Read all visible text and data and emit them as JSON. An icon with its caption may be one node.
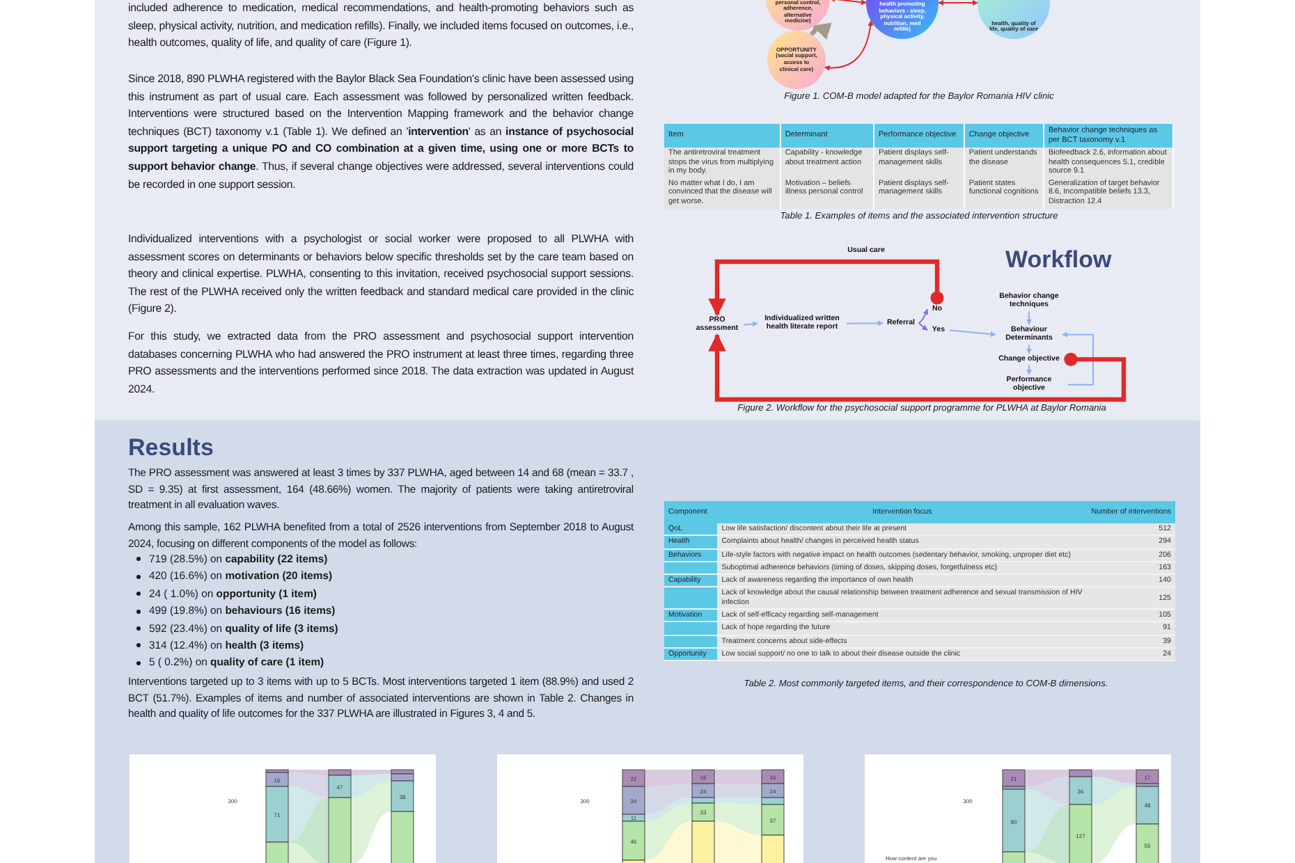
{
  "diagram": {
    "nodes": [
      {
        "text": [
          "personal control, adherence, alternative medicine)"
        ]
      },
      {
        "text": [
          "health promoting behaviors - sleep, physical activity, nutrition, med refills)"
        ]
      },
      {
        "text": [
          "health, quality of life, quality of care"
        ]
      },
      {
        "text": [
          "OPPORTUNITY",
          "(social support, access to clinical care)"
        ]
      },
      {
        "text": [
          "PRO assessment"
        ]
      },
      {
        "text": [
          "Individualized written health literate report"
        ]
      },
      {
        "text": [
          "Referral"
        ]
      },
      {
        "text": [
          "No"
        ]
      },
      {
        "text": [
          "Yes"
        ]
      },
      {
        "text": [
          "Behavior change techniques"
        ]
      },
      {
        "text": [
          "Behaviour Determinants"
        ]
      },
      {
        "text": [
          "Change objective"
        ]
      },
      {
        "text": [
          "Performance objective"
        ]
      }
    ],
    "edges": [
      {
        "from": 0,
        "to": 1,
        "arrow": "both",
        "color": "#e02a2a"
      },
      {
        "from": 1,
        "to": 2,
        "arrow": "both",
        "color": "#e02a2a"
      },
      {
        "from": 3,
        "to": 1,
        "arrow": "both",
        "color": "#e02a2a"
      },
      {
        "from": 3,
        "to": 0,
        "arrow": "to",
        "style": "thick",
        "color": "#a39a88"
      },
      {
        "from": 4,
        "to": 5,
        "arrow": "to"
      },
      {
        "from": 5,
        "to": 6,
        "arrow": "to"
      },
      {
        "from": 6,
        "to": 7,
        "arrow": "to",
        "color": "#8b6fe0"
      },
      {
        "from": 6,
        "to": 8,
        "arrow": "to",
        "color": "#8b6fe0"
      },
      {
        "from": 8,
        "to": 10,
        "arrow": "to"
      },
      {
        "from": 9,
        "to": 10,
        "arrow": "to"
      },
      {
        "from": 10,
        "to": 11,
        "arrow": "to"
      },
      {
        "from": 11,
        "to": 12,
        "arrow": "to"
      },
      {
        "from": 12,
        "to": 10,
        "arrow": "to"
      },
      {
        "from": 7,
        "to": 4,
        "arrow": "to",
        "label": "Usual care",
        "style": "thick",
        "color": "#e02a2a"
      },
      {
        "from": 11,
        "to": 4,
        "arrow": "to",
        "style": "thick",
        "color": "#e02a2a"
      }
    ],
    "labels": [
      "included adherence to medication, medical recommendations, and health-promoting behaviors such as sleep, physical activity, nutrition, and medication refills). Finally, we included items focused on outcomes, i.e., health outcomes, quality of life, and quality of care (Figure 1).",
      "Since 2018, 890 PLWHA registered with the Baylor Black Sea Foundation's clinic have been assessed using this instrument as part of usual care. Each assessment was followed by personalized written feedback. Interventions were structured based on the Intervention Mapping framework and the behavior change techniques (BCT) taxonomy v.1 (Table 1). We defined an '**intervention**' as an **instance of psychosocial support targeting a unique PO and CO combination at a given time, using one or more BCTs to support behavior change**. Thus, if several change objectives were addressed, several interventions could be recorded in one support session.",
      "Individualized interventions with a psychologist or social worker were proposed to all PLWHA with assessment scores on determinants or behaviors below specific thresholds set by the care team based on theory and clinical expertise. PLWHA, consenting to this invitation, received psychosocial support sessions. The rest of the PLWHA received only the written feedback and standard medical care provided in the clinic (Figure 2).",
      "For this study, we extracted data from the PRO assessment and psychosocial support intervention databases concerning PLWHA who had answered the PRO instrument at least three times, regarding three PRO assessments and the interventions performed since 2018. The data extraction was updated in August 2024.",
      "Figure 1. COM-B model adapted for the Baylor Romania HIV clinic",
      "Item",
      "Determinant",
      "Performance objective",
      "Change objective",
      "Behavior change techniques as per BCT taxonomy v.1",
      "The antiretroviral treatment stops the virus from multiplying in my body.",
      "Capability - knowledge about treatment action",
      "Patient displays self-management skills",
      "Patient understands the disease",
      "Biofeedback 2.6, information about health consequences 5.1, credible source 9.1",
      "No matter what I do, I am convinced that the disease will get worse.",
      "Motivation – beliefs illness personal control",
      "Patient displays self-management skills",
      "Patient states functional cognitions",
      "Generalization of target behavior 8.6, Incompatible beliefs 13.3, Distraction 12.4",
      "Table 1.  Examples of items and the associated intervention structure",
      "Workflow",
      "Figure 2. Workflow for the psychosocial support programme for PLWHA at Baylor Romania",
      "Results",
      "The PRO assessment was answered at least 3 times by 337 PLWHA, aged between 14 and 68 (mean = 33.7 , SD = 9.35) at first assessment, 164 (48.66%) women. The majority of patients were taking antiretroviral treatment in all evaluation waves.",
      "Among this sample, 162 PLWHA benefited from a total of 2526 interventions from September 2018 to August 2024, focusing on different components of the model as follows:",
      "719 (28.5%) on **capability (22 items)**",
      "420 (16.6%)  on **motivation (20 items)**",
      "24 ( 1.0%) on **opportunity (1 item)**",
      "499 (19.8%) on **behaviours (16 items)**",
      "592 (23.4%) on **quality of life (3 items)**",
      "314 (12.4%) on **health (3 items)**",
      "5 ( 0.2%) on **quality of care (1 item)**",
      "Interventions targeted up to 3 items with up to 5 BCTs. Most interventions targeted 1 item (88.9%) and used 2 BCT (51.7%). Examples of items and number of associated interventions are shown in Table 2. Changes in health and quality of life outcomes for the 337 PLWHA are illustrated in Figures 3, 4 and 5.",
      "Component",
      "Intervention focus",
      "Number of interventions",
      "QoL",
      "Low life satisfaction/ discontent about their life at present",
      "512",
      "Health",
      "Complaints about health/ changes in perceived health status",
      "294",
      "Behaviors",
      "Life-style factors with negative impact on health outcomes (sedentary behavior, smoking, unproper diet etc)",
      "206",
      "Suboptimal adherence behaviors (timing of doses, skipping doses, forgetfulness etc)",
      "163",
      "Capability",
      "Lack of awareness regarding the importance of own health",
      "140",
      "Lack of knowledge about the causal relationship between treatment adherence and sexual transmission of HIV infection",
      "125",
      "Motivation",
      "Lack of self-efficacy regarding self-management",
      "105",
      "Lack of hope regarding the future",
      "91",
      "Treatment concerns about side-effects",
      "39",
      "Opportunity",
      "Low social support/ no one to talk to about their disease outside the clinic",
      "24",
      "Table 2. Most commonly targeted items, and their correspondence to COM-B dimensions.",
      "300",
      "16",
      "71",
      "47",
      "38",
      "300",
      "22",
      "34",
      "11",
      "46",
      "16",
      "24",
      "33",
      "16",
      "24",
      "37",
      "300",
      "21",
      "90",
      "36",
      "127",
      "17",
      "48",
      "55",
      "How content are you"
    ]
  }
}
